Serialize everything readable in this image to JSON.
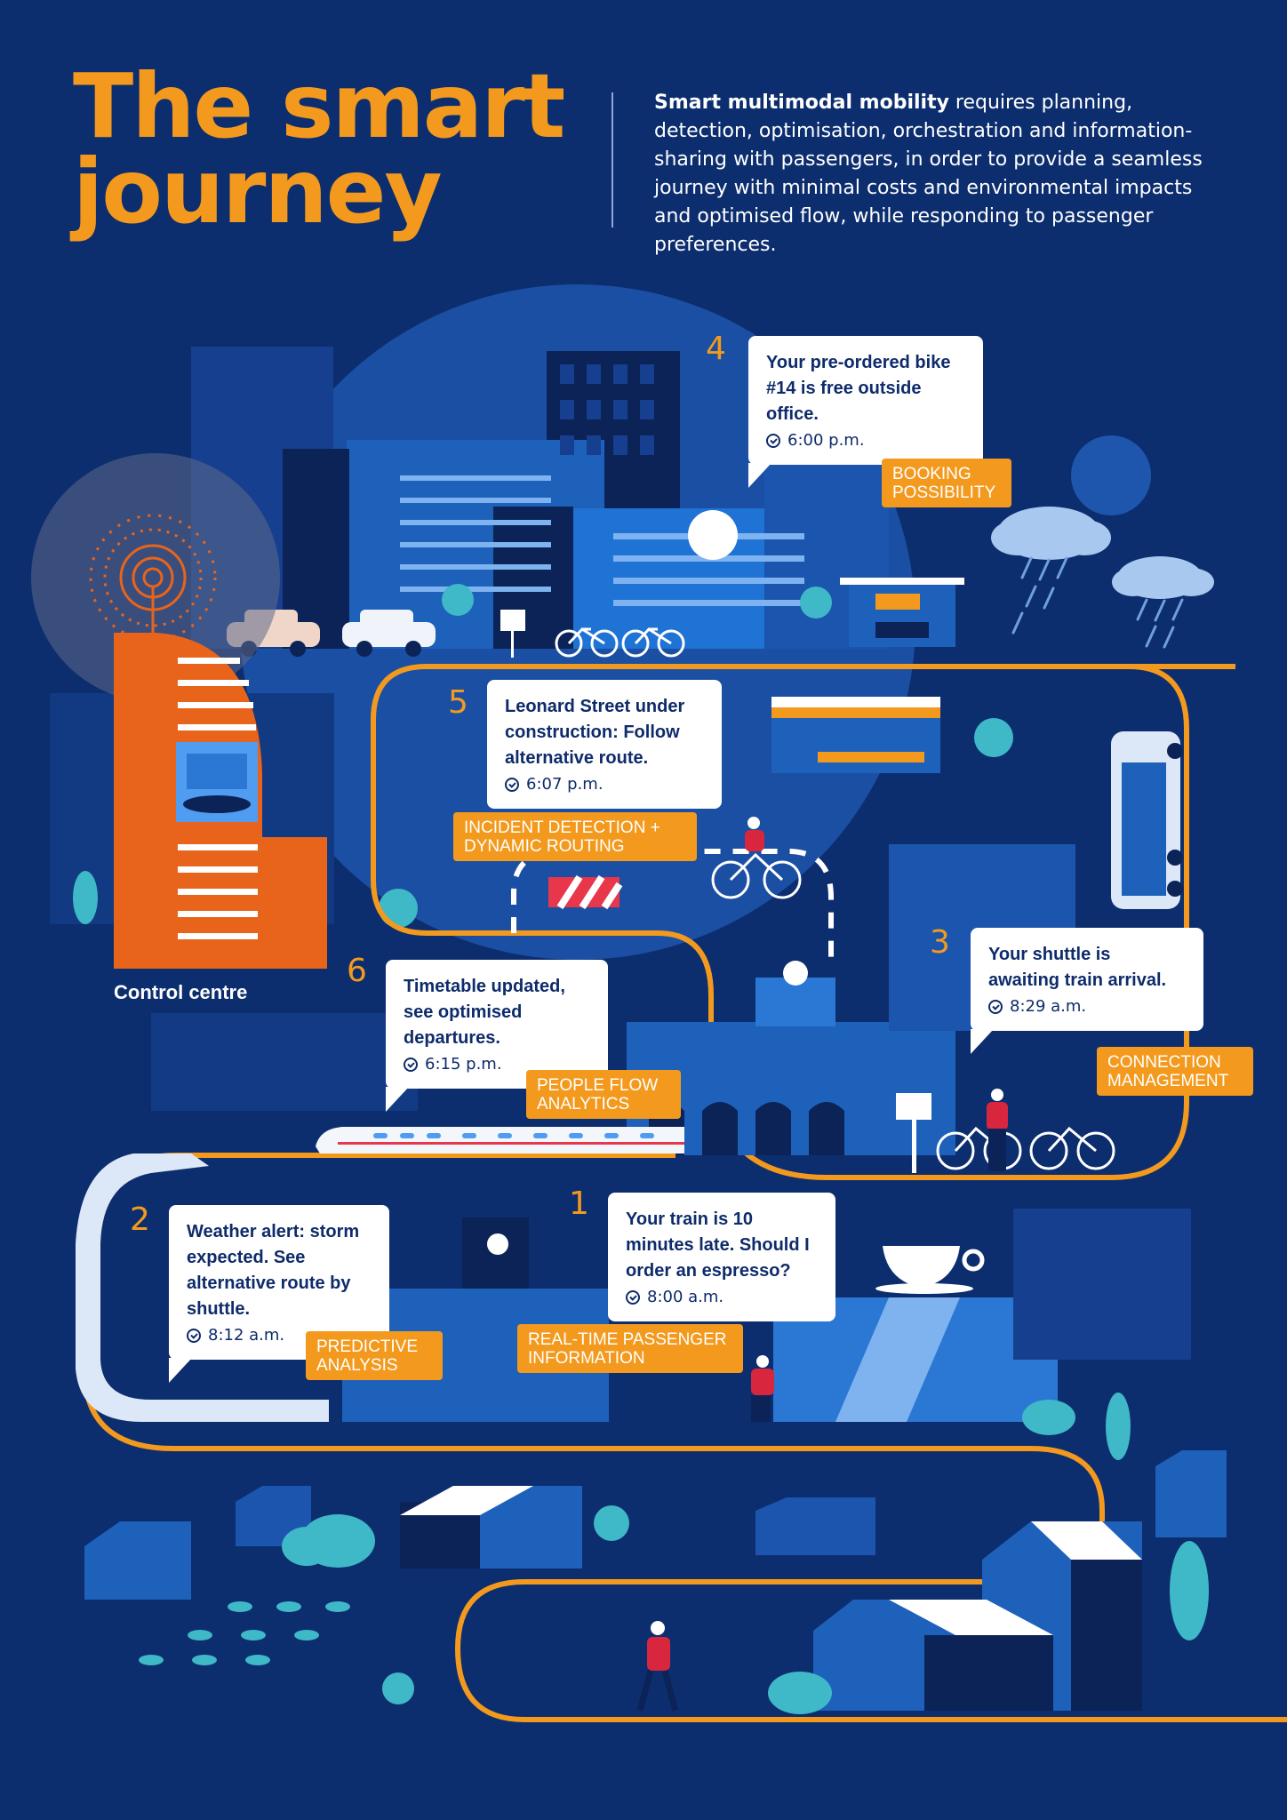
{
  "header": {
    "title_line1": "The smart",
    "title_line2": "journey",
    "intro_bold": "Smart multimodal mobility",
    "intro_rest": " requires planning, detection, optimisation, orchestration and information-sharing with passengers, in order to provide a seamless journey with minimal costs and environmental impacts and optimised flow, while responding to passenger preferences."
  },
  "control_centre": {
    "label": "Control centre"
  },
  "steps": [
    {
      "number": "1",
      "message": "Your train is 10 minutes late. Should I order an espresso?",
      "time": "8:00 a.m.",
      "tag": "REAL-TIME PASSENGER INFORMATION"
    },
    {
      "number": "2",
      "message": "Weather alert: storm expected. See alternative route by shuttle.",
      "time": "8:12 a.m.",
      "tag": "PREDICTIVE ANALYSIS"
    },
    {
      "number": "3",
      "message": "Your shuttle is awaiting train arrival.",
      "time": "8:29 a.m.",
      "tag": "CONNECTION MANAGEMENT"
    },
    {
      "number": "4",
      "message": "Your pre-ordered bike #14 is free outside office.",
      "time": "6:00 p.m.",
      "tag": "BOOKING POSSIBILITY"
    },
    {
      "number": "5",
      "message": "Leonard Street under construction: Follow alternative route.",
      "time": "6:07 p.m.",
      "tag": "INCIDENT DETECTION + DYNAMIC ROUTING"
    },
    {
      "number": "6",
      "message": "Timetable updated, see optimised departures.",
      "time": "6:15 p.m.",
      "tag": "PEOPLE FLOW ANALYTICS"
    }
  ],
  "colors": {
    "background": "#0d2e6e",
    "accent_orange": "#f39a1e",
    "road": "#f39a1e",
    "text_dark": "#0e2b6b",
    "building_mid": "#1d5fb8",
    "building_light": "#3a8ee0",
    "teal": "#3fb8c8",
    "passenger_red": "#d7263d"
  },
  "icons": [
    "clock-icon",
    "bike-sign-icon",
    "antenna-icon",
    "coffee-cup-icon",
    "train-icon",
    "bicycle-icon",
    "car-icon",
    "cloud-rain-icon"
  ]
}
